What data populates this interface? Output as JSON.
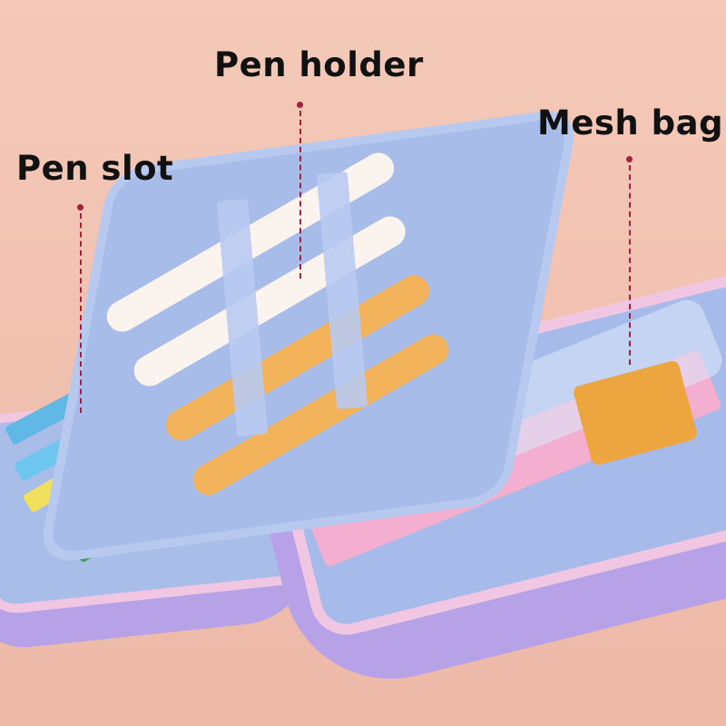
{
  "labels": {
    "pen_holder": "Pen holder",
    "mesh_bag": "Mesh bag",
    "pen_slot": "Pen slot"
  },
  "colors": {
    "background": "#f2c4b4",
    "case_purple": "#b9a3e6",
    "lining_blue": "#9fb4e6",
    "zipper_pink": "#f1c8e6",
    "ruler_pink": "#f2a7c9",
    "pointer": "#a3213f"
  }
}
